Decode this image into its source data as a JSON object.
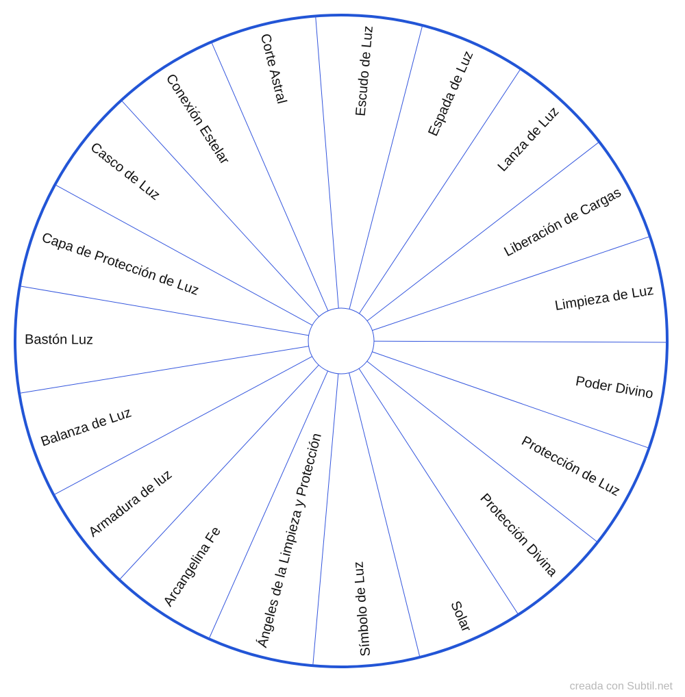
{
  "wheel": {
    "sectors": [
      "Escudo de Luz",
      "Espada de Luz",
      "Lanza de Luz",
      "Liberación de Cargas",
      "Limpieza de Luz",
      "Poder Divino",
      "Protección de Luz",
      "Protección Divina",
      "Solar",
      "Símbolo de Luz",
      "Ángeles de la Limpieza y Protección",
      "Arcangelina Fe",
      "Armadura de luz",
      "Balanza de Luz",
      "Bastón Luz",
      "Capa de Protección de Luz",
      "Casco de Luz",
      "Conexión Estelar",
      "Corte Astral"
    ],
    "colors": {
      "ring": "#2255d6",
      "dividers": "#3355dd",
      "text": "#111111",
      "background": "#ffffff"
    }
  },
  "footer": {
    "credit": "creada con Subtil.net",
    "credit_color": "#b8b8b8"
  }
}
